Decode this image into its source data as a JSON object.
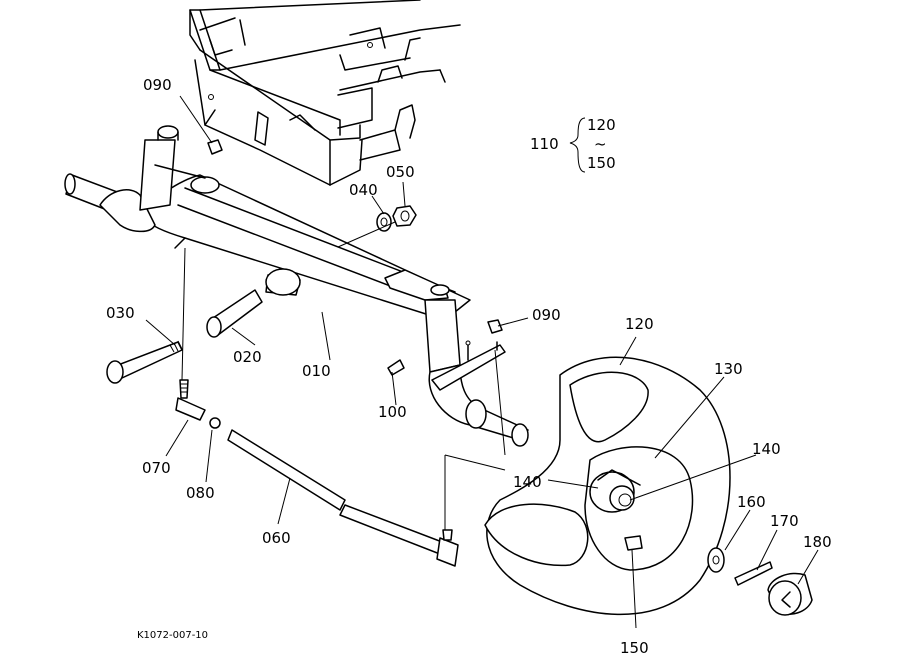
{
  "parts": [
    {
      "id": "p090a",
      "label": "090"
    },
    {
      "id": "p050",
      "label": "050"
    },
    {
      "id": "p040",
      "label": "040"
    },
    {
      "id": "p110",
      "label": "110"
    },
    {
      "id": "p120a",
      "label": "120"
    },
    {
      "id": "p150a",
      "label": "150"
    },
    {
      "id": "p090b",
      "label": "090"
    },
    {
      "id": "p120b",
      "label": "120"
    },
    {
      "id": "p130",
      "label": "130"
    },
    {
      "id": "p140a",
      "label": "140"
    },
    {
      "id": "p140b",
      "label": "140"
    },
    {
      "id": "p030",
      "label": "030"
    },
    {
      "id": "p020",
      "label": "020"
    },
    {
      "id": "p010",
      "label": "010"
    },
    {
      "id": "p100",
      "label": "100"
    },
    {
      "id": "p070",
      "label": "070"
    },
    {
      "id": "p080",
      "label": "080"
    },
    {
      "id": "p060",
      "label": "060"
    },
    {
      "id": "p160",
      "label": "160"
    },
    {
      "id": "p170",
      "label": "170"
    },
    {
      "id": "p180",
      "label": "180"
    },
    {
      "id": "p150b",
      "label": "150"
    }
  ],
  "range_symbol": "~",
  "figure_code": "K1072-007-10"
}
